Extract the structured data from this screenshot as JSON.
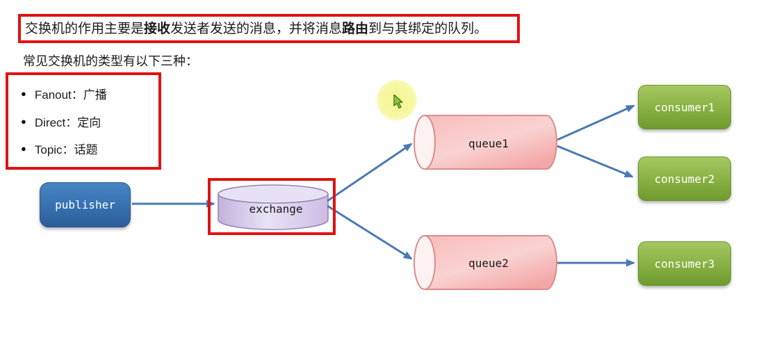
{
  "title": {
    "part1": "交换机的作用主要是",
    "bold1": "接收",
    "part2": "发送者发送的消息，并将消息",
    "bold2": "路由",
    "part3": "到与其绑定的队列。"
  },
  "subtitle": "常见交换机的类型有以下三种：",
  "exchange_types": {
    "bullet_glyph": "●",
    "items": [
      "Fanout：广播",
      "Direct：定向",
      "Topic：话题"
    ]
  },
  "diagram": {
    "nodes": {
      "publisher": {
        "label": "publisher",
        "shape": "rounded-rect",
        "color": "#3a74b4"
      },
      "exchange": {
        "label": "exchange",
        "shape": "cylinder-vertical",
        "color": "#dccdf0",
        "highlighted": true
      },
      "queue1": {
        "label": "queue1",
        "shape": "cylinder-horizontal",
        "color": "#f7b2b2"
      },
      "queue2": {
        "label": "queue2",
        "shape": "cylinder-horizontal",
        "color": "#f7b2b2"
      },
      "consumer1": {
        "label": "consumer1",
        "shape": "rounded-rect",
        "color": "#8ab245"
      },
      "consumer2": {
        "label": "consumer2",
        "shape": "rounded-rect",
        "color": "#8ab245"
      },
      "consumer3": {
        "label": "consumer3",
        "shape": "rounded-rect",
        "color": "#8ab245"
      }
    },
    "edges": [
      {
        "from": "publisher",
        "to": "exchange"
      },
      {
        "from": "exchange",
        "to": "queue1"
      },
      {
        "from": "exchange",
        "to": "queue2"
      },
      {
        "from": "queue1",
        "to": "consumer1"
      },
      {
        "from": "queue1",
        "to": "consumer2"
      },
      {
        "from": "queue2",
        "to": "consumer3"
      }
    ],
    "arrow_color": "#4a7ab2",
    "highlight_box_color": "#e01212"
  },
  "icons": {
    "cursor": "green-arrow-pointer-with-yellow-highlight",
    "bullet": "filled-circle"
  }
}
